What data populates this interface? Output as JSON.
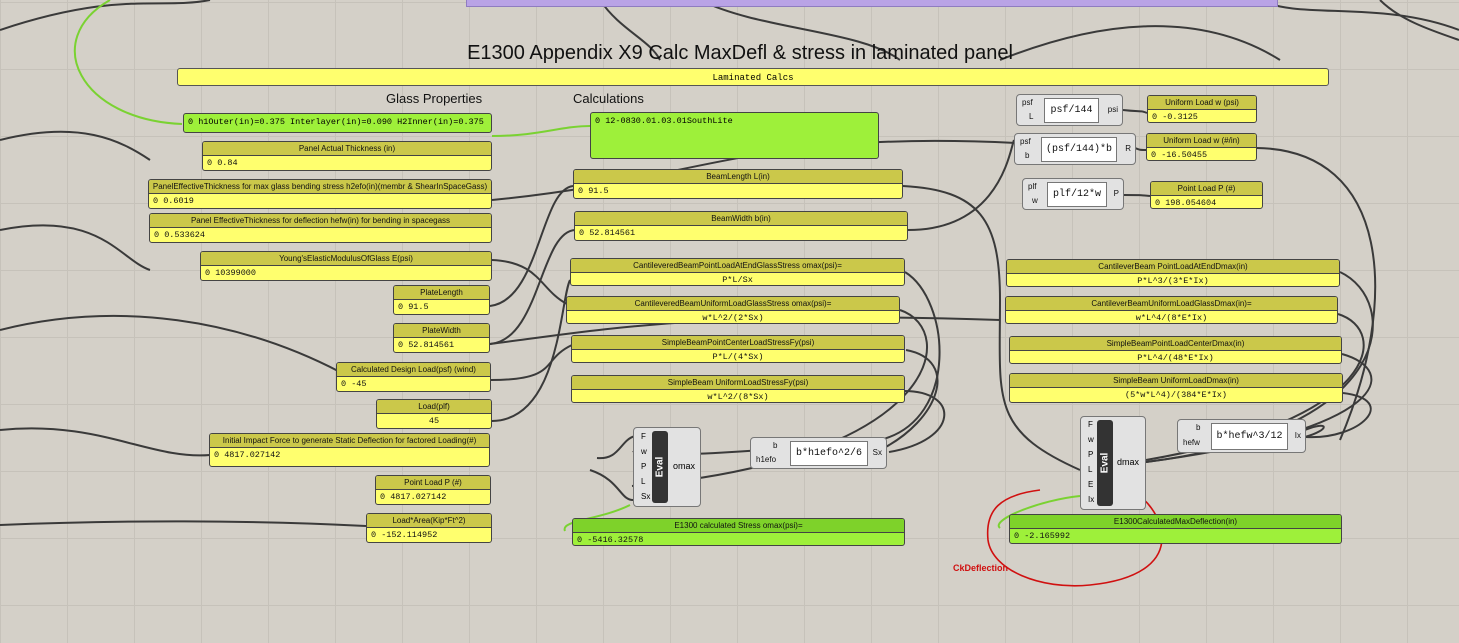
{
  "canvas": {
    "title": "E1300 Appendix X9 Calc MaxDefl & stress in laminated panel",
    "group_label": "Laminated Calcs",
    "section_glass": "Glass Properties",
    "section_calc": "Calculations",
    "annotation": "CkDeflection"
  },
  "glass": {
    "layers_value": "0 h1Outer(in)=0.375 Interlayer(in)=0.090 H2Inner(in)=0.375",
    "actual_thickness": {
      "label": "Panel Actual Thickness (in)",
      "value": "0 0.84"
    },
    "eff_thickness_stress": {
      "label": "PanelEffectiveThickness for max glass bending stress h2efo(in)(membr & ShearInSpaceGass)",
      "value": "0 0.6019"
    },
    "eff_thickness_defl": {
      "label": "Panel EffectiveThickness for deflection hefw(in) for bending in spacegass",
      "value": "0 0.533624"
    },
    "modulus": {
      "label": "Young'sElasticModulusOfGlass E(psi)",
      "value": "0 10399000"
    },
    "plate_length": {
      "label": "PlateLength",
      "value": "0 91.5"
    },
    "plate_width": {
      "label": "PlateWidth",
      "value": "0 52.814561"
    },
    "design_load": {
      "label": "Calculated Design Load(psf) (wind)",
      "value": "0 -45"
    },
    "load_plf": {
      "label": "Load(plf)",
      "value": "45"
    },
    "impact_force": {
      "label": "Initial Impact Force to generate Static Deflection for factored Loading(#)",
      "value": "0 4817.027142"
    },
    "point_load": {
      "label": "Point Load P (#)",
      "value": "0 4817.027142"
    },
    "load_area": {
      "label": "Load*Area(Kip*Ft^2)",
      "value": "0 -152.114952"
    }
  },
  "calc": {
    "lite_id": "0 12-0830.01.03.01SouthLite",
    "beam_length": {
      "label": "BeamLength L(in)",
      "value": "0 91.5"
    },
    "beam_width": {
      "label": "BeamWidth b(in)",
      "value": "0 52.814561"
    },
    "f1": {
      "label": "CantileveredBeamPointLoadAtEndGlassStress omax(psi)=",
      "value": "P*L/Sx"
    },
    "f2": {
      "label": "CantileveredBeamUniformLoadGlassStress omax(psi)=",
      "value": "w*L^2/(2*Sx)"
    },
    "f3": {
      "label": "SimpleBeamPointCenterLoadStressFy(psi)",
      "value": "P*L/(4*Sx)"
    },
    "f4": {
      "label": "SimpleBeam UniformLoadStressFy(psi)",
      "value": "w*L^2/(8*Sx)"
    },
    "stress_result": {
      "label": "E1300 calculated Stress omax(psi)=",
      "value": "0 -5416.32578"
    }
  },
  "right": {
    "psf_expr": "psf/144",
    "psf_in": "psf",
    "psf_l": "L",
    "psf_out": "psi",
    "uniform_psi": {
      "label": "Uniform Load w (psi)",
      "value": "0 -0.3125"
    },
    "psfb_expr": "(psf/144)*b",
    "psfb_in1": "psf",
    "psfb_in2": "b",
    "psfb_out": "R",
    "uniform_plin": {
      "label": "Uniform Load w (#/in)",
      "value": "0 -16.50455"
    },
    "plf_expr": "plf/12*w",
    "plf_in1": "plf",
    "plf_in2": "w",
    "plf_out": "P",
    "point_load": {
      "label": "Point Load P (#)",
      "value": "0 198.054604"
    },
    "d1": {
      "label": "CantileverBeam PointLoadAtEndDmax(in)",
      "value": "P*L^3/(3*E*Ix)"
    },
    "d2": {
      "label": "CantileverBeamUniformLoadGlassDmax(in)=",
      "value": "w*L^4/(8*E*Ix)"
    },
    "d3": {
      "label": "SimpleBeamPointLoadCenterDmax(in)",
      "value": "P*L^4/(48*E*Ix)"
    },
    "d4": {
      "label": "SimpleBeam UniformLoadDmax(in)",
      "value": "(5*w*L^4)/(384*E*Ix)"
    },
    "ix_expr": "b*hefw^3/12",
    "ix_in1": "b",
    "ix_in2": "hefw",
    "ix_out": "Ix",
    "defl_result": {
      "label": "E1300CalculatedMaxDeflection(in)",
      "value": "0 -2.165992"
    }
  },
  "eval1": {
    "label": "Eval",
    "output": "omax",
    "inputs": [
      "F",
      "w",
      "P",
      "L",
      "Sx"
    ]
  },
  "sx": {
    "expr": "b*h1efo^2/6",
    "in1": "b",
    "in2": "h1efo",
    "out": "Sx"
  },
  "eval2": {
    "label": "Eval",
    "output": "dmax",
    "inputs": [
      "F",
      "w",
      "P",
      "L",
      "E",
      "Ix"
    ]
  },
  "colors": {
    "panel": "#ffff6e",
    "result": "#9ef03a",
    "wire": "#3a3a3a",
    "wire_selected": "#7ad232",
    "annotation": "#d01010"
  }
}
